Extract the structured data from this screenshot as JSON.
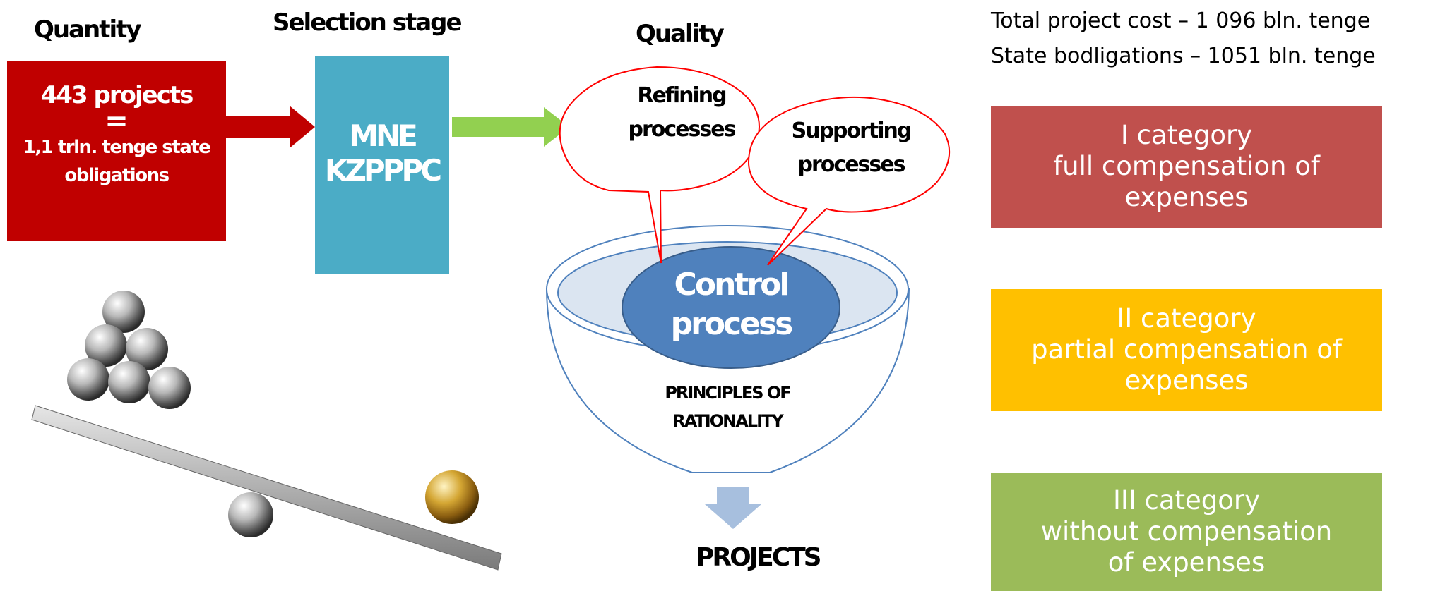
{
  "headings": {
    "quantity": "Quantity",
    "selection_stage": "Selection stage",
    "quality": "Quality"
  },
  "quantity_box": {
    "projects": "443 projects",
    "equals": "=",
    "obligations_line1": "1,1 trln. tenge state",
    "obligations_line2": "obligations"
  },
  "selection_box": {
    "line1": "MNE",
    "line2": "KZPPPC"
  },
  "bubbles": {
    "refining_line1": "Refining",
    "refining_line2": "processes",
    "supporting_line1": "Supporting",
    "supporting_line2": "processes"
  },
  "funnel": {
    "control_line1": "Control",
    "control_line2": "process",
    "principles_line1": "PRINCIPLES OF",
    "principles_line2": "RATIONALITY",
    "output": "PROJECTS"
  },
  "cost": {
    "total": "Total project cost – 1 096 bln. tenge",
    "state": "State bodligations – 1051 bln. tenge"
  },
  "categories": [
    {
      "title": "I  category",
      "line1": "full compensation of",
      "line2": "expenses",
      "color": "#c0504d"
    },
    {
      "title": "II  category",
      "line1": "partial compensation of",
      "line2": "expenses",
      "color": "#ffc000"
    },
    {
      "title": "III  category",
      "line1": "without compensation",
      "line2": "of expenses",
      "color": "#9bbb59"
    }
  ],
  "colors": {
    "quantity_red": "#c00000",
    "selection_teal": "#4bacc6",
    "arrow_green": "#92d050",
    "control_blue": "#4f81bd",
    "bubble_outline": "#ff0000"
  }
}
